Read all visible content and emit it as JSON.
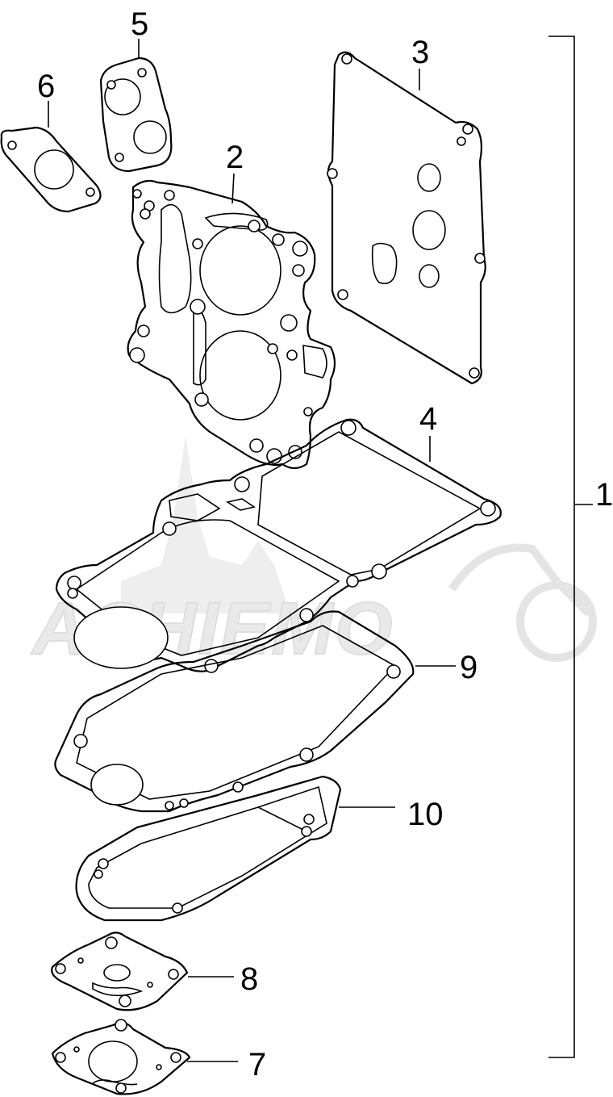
{
  "callouts": {
    "c1": "1",
    "c2": "2",
    "c3": "3",
    "c4": "4",
    "c5": "5",
    "c6": "6",
    "c7": "7",
    "c8": "8",
    "c9": "9",
    "c10": "10"
  },
  "watermark": {
    "text": "ACHIEMO",
    "color": "#e6e6e6"
  },
  "colors": {
    "line": "#000000",
    "background": "#ffffff"
  }
}
